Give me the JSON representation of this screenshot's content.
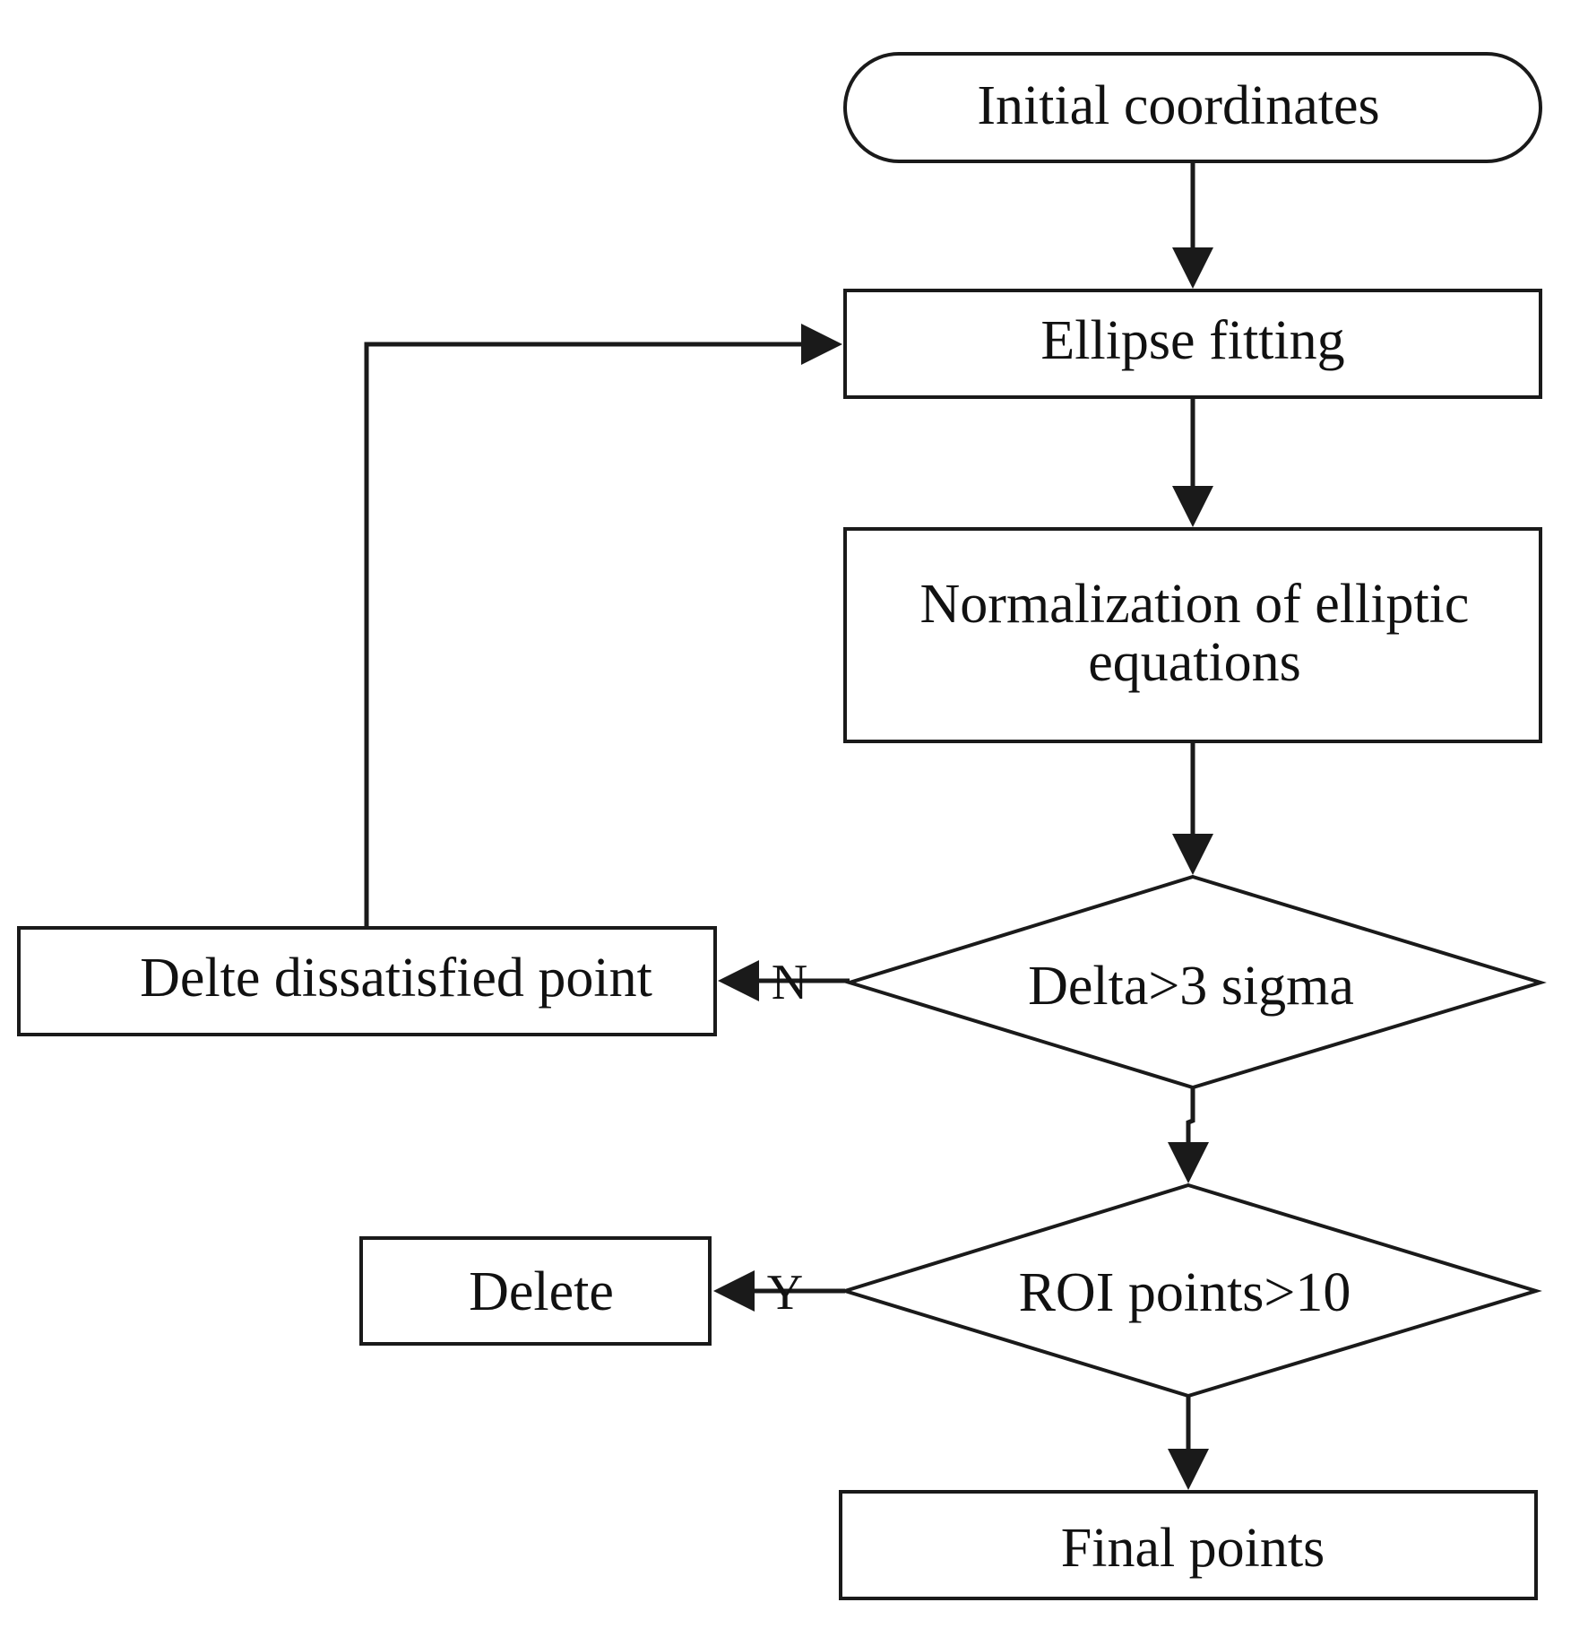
{
  "nodes": {
    "start": {
      "label": "Initial coordinates"
    },
    "ellipse_fitting": {
      "label": "Ellipse fitting"
    },
    "normalization": {
      "label_line1": "Normalization of elliptic",
      "label_line2": "equations"
    },
    "decision_delta": {
      "label": "Delta>3 sigma"
    },
    "delete_dissatisfied": {
      "label": "Delte dissatisfied point"
    },
    "decision_roi": {
      "label": "ROI points>10"
    },
    "delete": {
      "label": "Delete"
    },
    "final_points": {
      "label": "Final points"
    }
  },
  "edge_labels": {
    "delta_no": "N",
    "roi_yes": "Y"
  }
}
